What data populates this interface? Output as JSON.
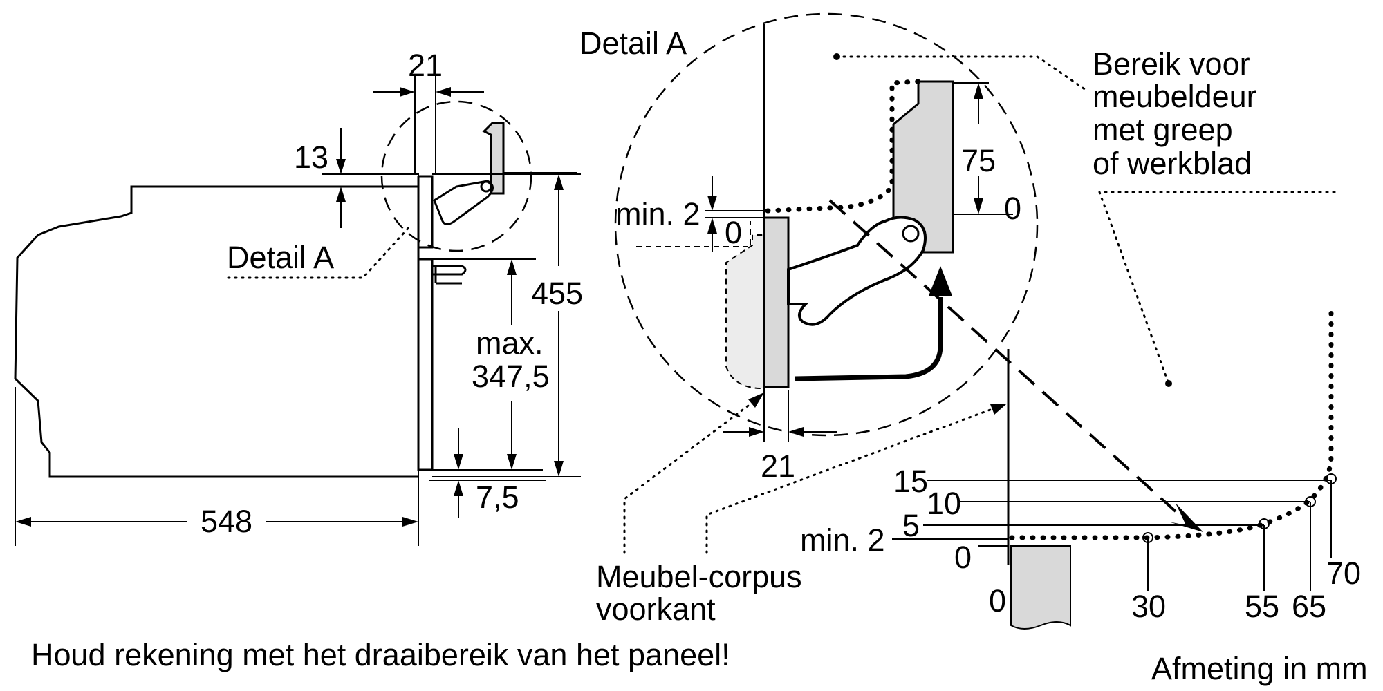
{
  "labels": {
    "detail_a_top": "Detail A",
    "detail_a_side": "Detail A",
    "range_line1": "Bereik voor",
    "range_line2": "meubeldeur",
    "range_line3": "met greep",
    "range_line4": "of werkblad",
    "corpus_line1": "Meubel-corpus",
    "corpus_line2": "voorkant",
    "note": "Houd rekening met het draaibereik van het paneel!",
    "units": "Afmeting in mm"
  },
  "dimensions": {
    "d21_top": "21",
    "d13": "13",
    "d455": "455",
    "dmax_line1": "max.",
    "dmax_line2": "347,5",
    "d7_5": "7,5",
    "d548": "548",
    "detail_min2": "min. 2",
    "detail_0": "0",
    "detail_75": "75",
    "detail_0b": "0",
    "detail_21": "21"
  },
  "scale": {
    "y_15": "15",
    "y_10": "10",
    "y_5": "5",
    "y_min2": "min. 2",
    "y_0": "0",
    "x_0": "0",
    "x_30": "30",
    "x_55": "55",
    "x_65": "65",
    "x_70": "70"
  },
  "colors": {
    "line": "#000000",
    "panel_fill": "#d9d9d9",
    "background": "#ffffff"
  }
}
